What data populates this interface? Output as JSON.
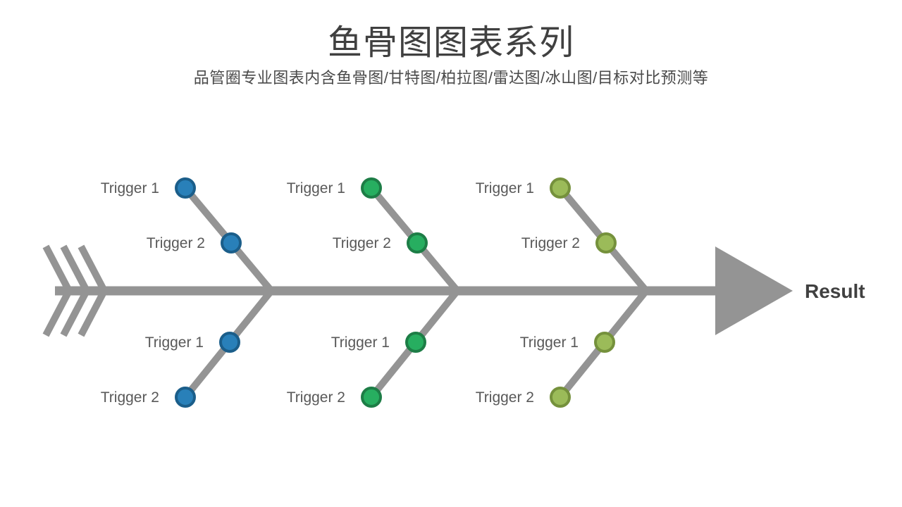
{
  "header": {
    "title": "鱼骨图图表系列",
    "subtitle": "品管圈专业图表内含鱼骨图/甘特图/柏拉图/雷达图/冰山图/目标对比预测等"
  },
  "diagram": {
    "result_label": "Result",
    "bone_color": "#949494",
    "trigger_label_color": "#595959",
    "result_label_color": "#404040",
    "branches": [
      {
        "name": "branch-blue",
        "fill": "#2980b9",
        "stroke": "#1b5e8a",
        "top": {
          "outer_label": "Trigger 1",
          "mid_label": "Trigger 2"
        },
        "bottom": {
          "mid_label": "Trigger 1",
          "outer_label": "Trigger 2"
        }
      },
      {
        "name": "branch-green",
        "fill": "#27ae60",
        "stroke": "#1d7d46",
        "top": {
          "outer_label": "Trigger 1",
          "mid_label": "Trigger 2"
        },
        "bottom": {
          "mid_label": "Trigger 1",
          "outer_label": "Trigger 2"
        }
      },
      {
        "name": "branch-olive",
        "fill": "#9bbb59",
        "stroke": "#75913c",
        "top": {
          "outer_label": "Trigger 1",
          "mid_label": "Trigger 2"
        },
        "bottom": {
          "mid_label": "Trigger 1",
          "outer_label": "Trigger 2"
        }
      }
    ]
  }
}
